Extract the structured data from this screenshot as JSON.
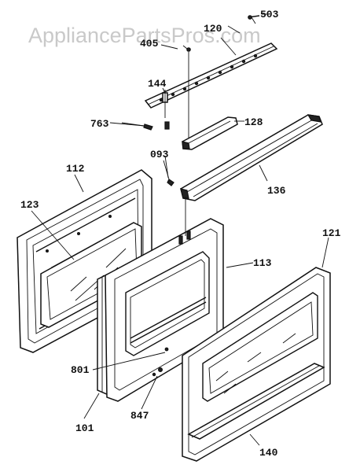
{
  "watermark": "AppliancePartsPros.com",
  "callouts": {
    "c503": "503",
    "c120": "120",
    "c405": "405",
    "c144": "144",
    "c128": "128",
    "c763": "763",
    "c093": "093",
    "c136": "136",
    "c112": "112",
    "c123": "123",
    "c121": "121",
    "c113": "113",
    "c801": "801",
    "c847": "847",
    "c101": "101",
    "c140": "140"
  }
}
